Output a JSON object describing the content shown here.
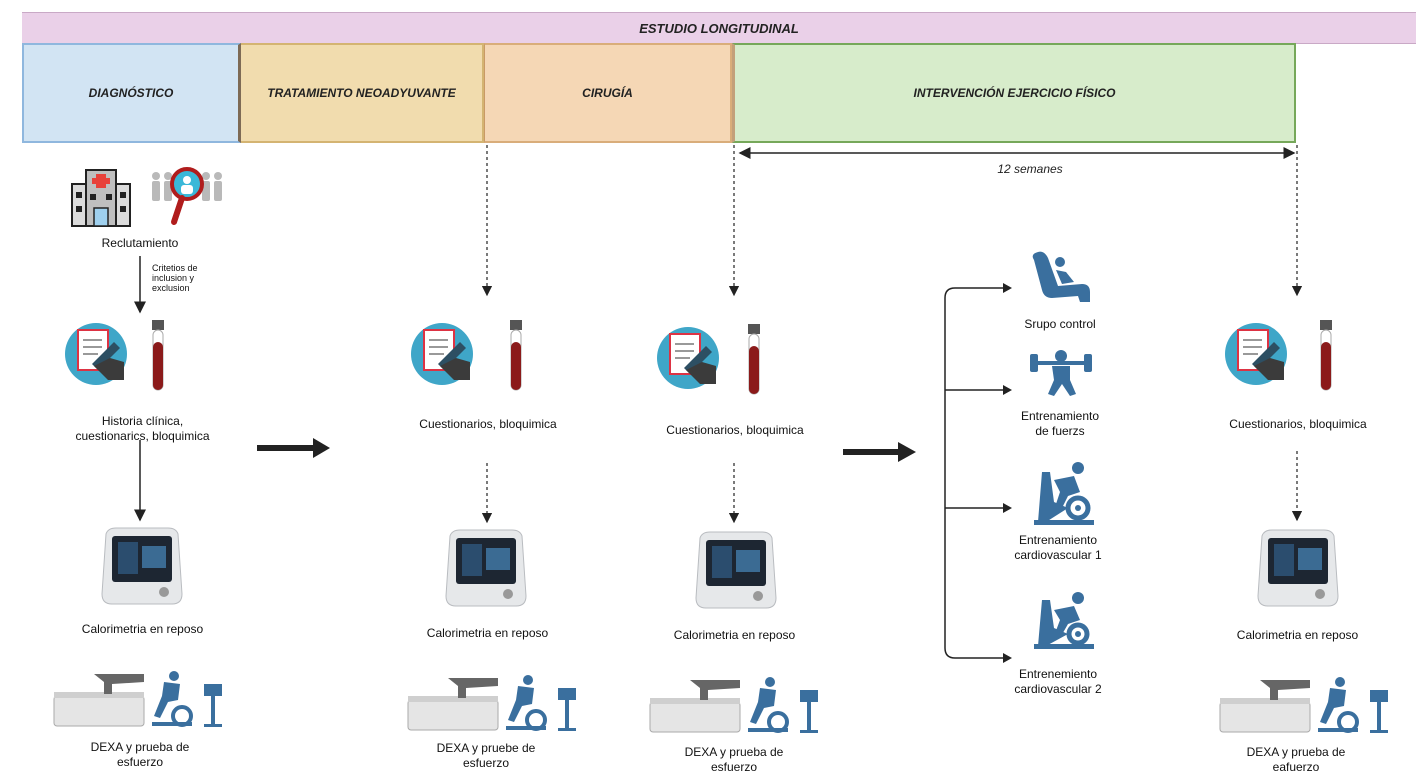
{
  "banner": {
    "title": "ESTUDIO LONGITUDINAL"
  },
  "phases": {
    "diagnostico": "DIAGNÓSTICO",
    "tratamiento": "TRATAMIENTO NEOADYUVANTE",
    "cirugia": "CIRUGÍA",
    "intervencion": "INTERVENCIÓN EJERCICIO FÍSICO"
  },
  "duration": "12 semanes",
  "recruitment": {
    "label": "Reclutamiento",
    "criteria": [
      "Critetios de",
      "inclusion y",
      "exclusion"
    ]
  },
  "col1": {
    "history": [
      "Historia clínica,",
      "cuestionarics, bloquimica"
    ],
    "calorimetry": "Calorimetria en reposo",
    "dexa": [
      "DEXA y prueba de",
      "esfuerzo"
    ]
  },
  "col2": {
    "history": "Cuestionarios, bloquimica",
    "calorimetry": "Calorimetria en reposo",
    "dexa": [
      "DEXA y pruebe de",
      "esfuerzo"
    ]
  },
  "col3": {
    "history": "Cuestionarios, bloquimica",
    "calorimetry": "Calorimetria en reposo",
    "dexa": [
      "DEXA y prueba de",
      "esfuerzo"
    ]
  },
  "groups": {
    "control": "Srupo control",
    "strength": [
      "Entrenamiento",
      "de fuerzs"
    ],
    "cardio1": [
      "Entrenamiento",
      "cardiovascular 1"
    ],
    "cardio2": [
      "Entrenemiento",
      "cardiovascular 2"
    ]
  },
  "col4": {
    "history": "Cuestionarios, bloquimica",
    "calorimetry": "Calorimetria en reposo",
    "dexa": [
      "DEXA y prueba de",
      "eafuerzo"
    ]
  },
  "colors": {
    "banner": "#ead0e8",
    "diagnostico": "#d2e4f3",
    "tratamiento": "#f1dcae",
    "cirugia": "#f5d7b5",
    "intervencion": "#d7eccb",
    "icon_blue": "#3a6f9e",
    "blood": "#8b1a1a"
  }
}
